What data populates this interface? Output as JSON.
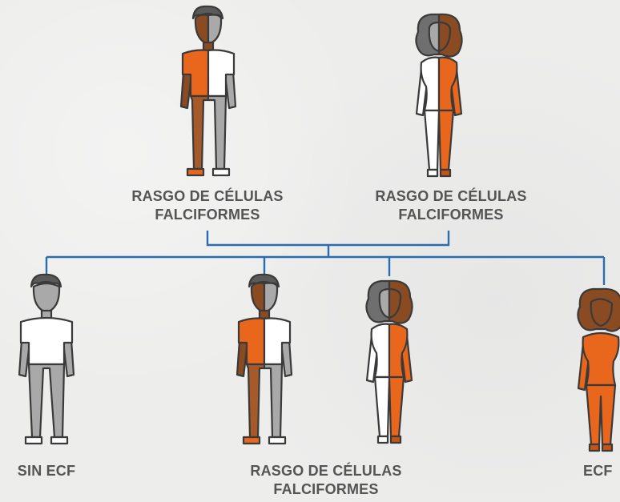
{
  "parents": [
    {
      "label_line1": "RASGO DE CÉLULAS",
      "label_line2": "FALCIFORMES"
    },
    {
      "label_line1": "RASGO DE CÉLULAS",
      "label_line2": "FALCIFORMES"
    }
  ],
  "children": [
    {
      "label": "SIN ECF"
    },
    {
      "label_line1": "RASGO DE CÉLULAS",
      "label_line2": "FALCIFORMES"
    },
    {
      "label": "ECF"
    }
  ],
  "colors": {
    "orange": "#e8671c",
    "dark_orange": "#c85412",
    "grey": "#a9a9a9",
    "dark_grey": "#6f6f6f",
    "skin_brown": "#8a4a22",
    "line_blue": "#2b6cb0",
    "outline": "#3a3a3a"
  }
}
